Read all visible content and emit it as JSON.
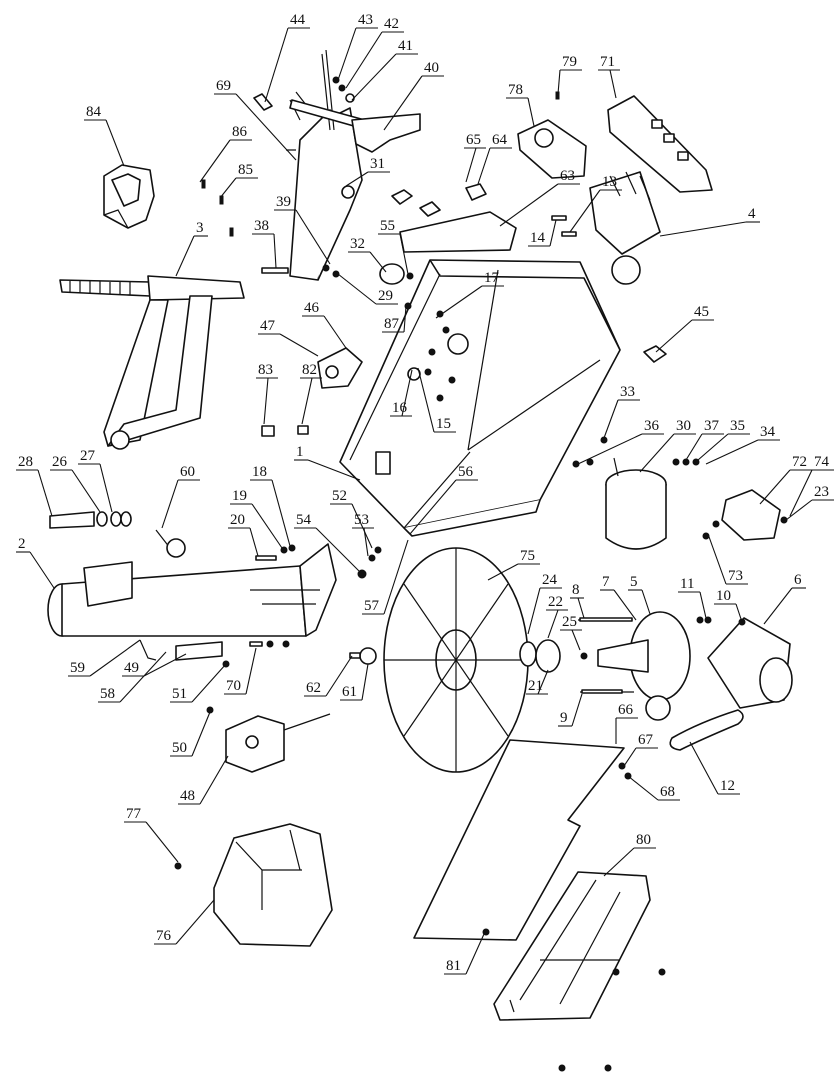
{
  "diagram": {
    "type": "exploded-parts-diagram",
    "colors": {
      "ink": "#111111",
      "background": "#ffffff"
    },
    "callouts": [
      "1",
      "2",
      "3",
      "4",
      "5",
      "6",
      "7",
      "8",
      "9",
      "10",
      "11",
      "12",
      "13",
      "14",
      "15",
      "16",
      "17",
      "18",
      "19",
      "20",
      "21",
      "22",
      "23",
      "24",
      "25",
      "26",
      "27",
      "28",
      "29",
      "30",
      "31",
      "32",
      "33",
      "34",
      "35",
      "36",
      "37",
      "38",
      "39",
      "40",
      "41",
      "42",
      "43",
      "44",
      "45",
      "46",
      "47",
      "48",
      "49",
      "50",
      "51",
      "52",
      "53",
      "54",
      "55",
      "56",
      "57",
      "58",
      "59",
      "60",
      "61",
      "62",
      "63",
      "64",
      "65",
      "66",
      "67",
      "68",
      "69",
      "70",
      "71",
      "72",
      "73",
      "74",
      "75",
      "76",
      "77",
      "78",
      "79",
      "80",
      "81",
      "82",
      "83",
      "84",
      "85",
      "86",
      "87"
    ]
  }
}
